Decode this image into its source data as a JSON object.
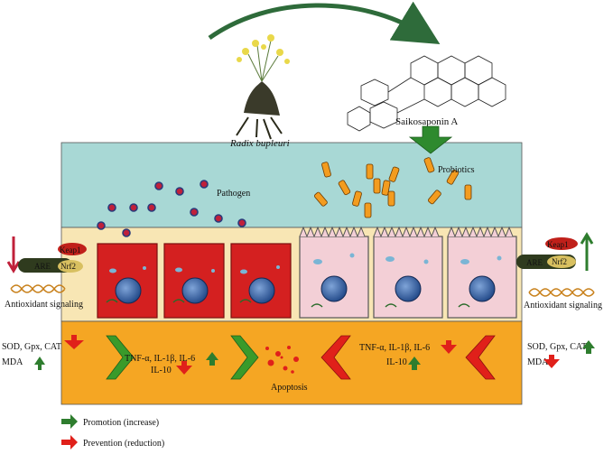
{
  "plant_label": "Radix bupleuri",
  "compound_label": "Saikosaponin A",
  "pathogen_label": "Pathogen",
  "probiotics_label": "Probiotics",
  "left_panel": {
    "keap1": "Keap1",
    "nrf2": "Nrf2",
    "are": "ARE",
    "signaling": "Antioxidant signaling",
    "enzymes": "SOD, Gpx, CAT",
    "mda": "MDA"
  },
  "right_panel": {
    "keap1": "Keap1",
    "nrf2": "Nrf2",
    "are": "ARE",
    "signaling": "Antioxidant signaling",
    "enzymes": "SOD, Gpx, CAT",
    "mda": "MDA"
  },
  "cytokines_left": {
    "pro": "TNF-α, IL-1β, IL-6",
    "anti": "IL-10"
  },
  "cytokines_right": {
    "pro": "TNF-α, IL-1β, IL-6",
    "anti": "IL-10"
  },
  "apoptosis_label": "Apoptosis",
  "legend": [
    {
      "label": "Promotion (increase)",
      "color": "#2e7d2e"
    },
    {
      "label": "Prevention (reduction)",
      "color": "#e0201a"
    }
  ],
  "colors": {
    "lumen": "#a8d8d5",
    "mucosa": "#f8e6b4",
    "submucosa": "#f5a623",
    "damaged_cell": "#d42020",
    "healthy_cell": "#f3cfd6",
    "promotion": "#2e7d2e",
    "prevention": "#e0201a"
  }
}
